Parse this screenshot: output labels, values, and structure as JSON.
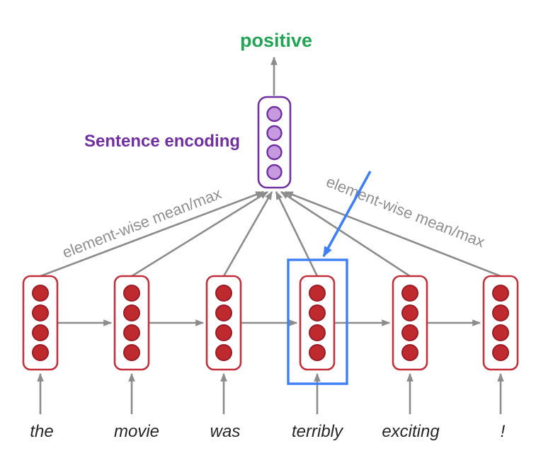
{
  "diagram": {
    "prediction_label": "positive",
    "encoding_label": "Sentence encoding",
    "pooling_label_left": "element-wise mean/max",
    "pooling_label_right": "element-wise mean/max",
    "sentence": {
      "words": [
        "the",
        "movie",
        "was",
        "terribly",
        "exciting",
        "!"
      ]
    },
    "highlight": {
      "word_index": 3,
      "word": "terribly"
    },
    "encoding_vector_cells": 4,
    "hidden_state_cells": 4,
    "hidden_state_count": 6
  },
  "colors": {
    "green": "#22a455",
    "purple": "#7030a0",
    "purple-fill": "#c79ae0",
    "red-border": "#c1303c",
    "red-fill": "#be2a2e",
    "red-stroke": "#9a1c26",
    "gray": "#8c8c8c",
    "gray-text": "#8f8f8f",
    "blue": "#3f7ff5",
    "word": "#262626"
  }
}
